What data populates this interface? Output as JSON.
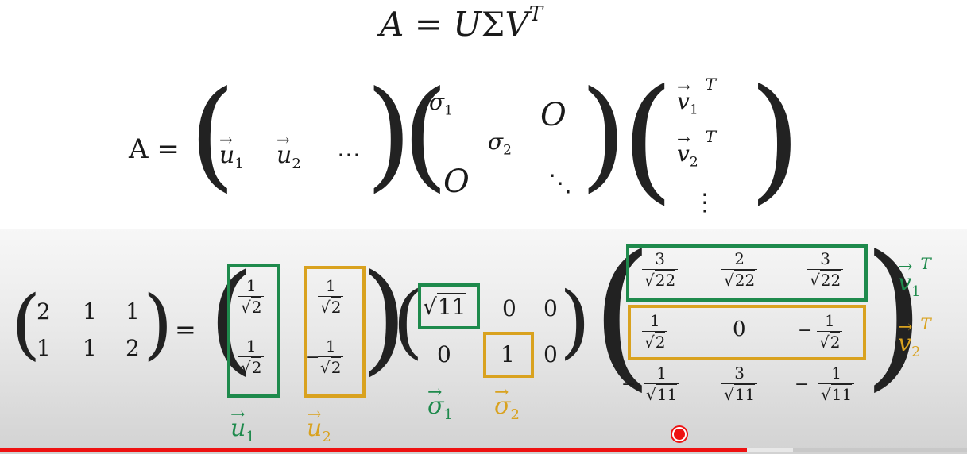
{
  "formula": {
    "title_lhs": "A",
    "title_eq": "=",
    "title_rhs_u": "U",
    "title_rhs_sigma": "Σ",
    "title_rhs_v": "V",
    "title_rhs_t": "T"
  },
  "general": {
    "lhs": "A =",
    "u_cols": [
      "u",
      "u",
      "⋯"
    ],
    "u_subs": [
      "1",
      "2"
    ],
    "sigma_1": "σ",
    "sigma_1_sub": "1",
    "sigma_2": "σ",
    "sigma_2_sub": "2",
    "zero_top": "O",
    "zero_bottom": "O",
    "ddots": "⋱",
    "v_rows": [
      "v",
      "v"
    ],
    "v_subs": [
      "1",
      "2"
    ],
    "v_sup": "T",
    "vdots": "⋮",
    "arrow": "→"
  },
  "example": {
    "A": [
      [
        "2",
        "1",
        "1"
      ],
      [
        "1",
        "1",
        "2"
      ]
    ],
    "eq": "=",
    "U": {
      "col1": [
        {
          "num": "1",
          "den": "2"
        },
        {
          "num": "1",
          "den": "2"
        }
      ],
      "col2": [
        {
          "num": "1",
          "den": "2",
          "sign": ""
        },
        {
          "num": "1",
          "den": "2",
          "sign": "−"
        }
      ]
    },
    "S": {
      "r1": [
        "11",
        "0",
        "0"
      ],
      "r2": [
        "0",
        "1",
        "0"
      ]
    },
    "V": {
      "r1": [
        {
          "num": "3",
          "den": "22"
        },
        {
          "num": "2",
          "den": "22"
        },
        {
          "num": "3",
          "den": "22"
        }
      ],
      "r2": [
        {
          "num": "1",
          "den": "2",
          "sign": ""
        },
        {
          "plain": "0"
        },
        {
          "num": "1",
          "den": "2",
          "sign": "−"
        }
      ],
      "r3": [
        {
          "num": "1",
          "den": "11",
          "sign": "−"
        },
        {
          "num": "3",
          "den": "11",
          "sign": ""
        },
        {
          "num": "1",
          "den": "11",
          "sign": "−"
        }
      ]
    },
    "labels": {
      "u1": "u",
      "u1_sub": "1",
      "u2": "u",
      "u2_sub": "2",
      "s1": "σ",
      "s1_sub": "1",
      "s2": "σ",
      "s2_sub": "2",
      "v1": "v",
      "v1_sub": "1",
      "v1_sup": "T",
      "v2": "v",
      "v2_sub": "2",
      "v2_sup": "T"
    },
    "colors": {
      "green": "#1e8a4c",
      "yellow": "#d9a21f"
    }
  },
  "player": {
    "progress_fraction": 0.772,
    "buffer_fraction": 0.82,
    "progress_color": "#ee1111"
  }
}
